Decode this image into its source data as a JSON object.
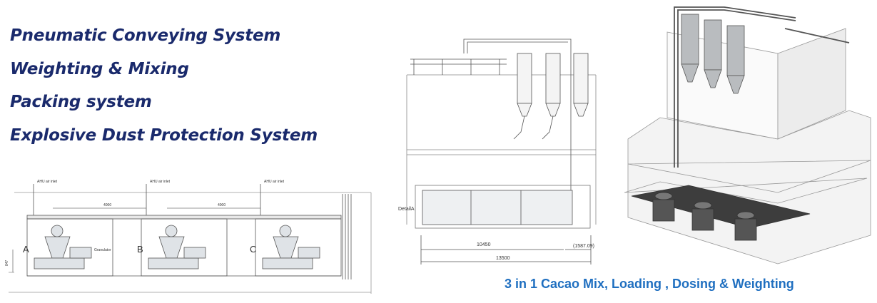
{
  "headlines": [
    "Pneumatic Conveying System",
    "Weighting & Mixing",
    "Packing system",
    "Explosive Dust Protection System"
  ],
  "caption": "3 in 1 Cacao Mix, Loading , Dosing & Weighting",
  "floor_plan": {
    "inlet_label": "AHU air inlet",
    "spacing_left": "4000",
    "spacing_right": "4000",
    "station_labels": [
      "A",
      "B",
      "C"
    ],
    "granulator_label": "Granulator",
    "height_dim": "847"
  },
  "elevation": {
    "detail_label": "DetailA",
    "dim_inner": "10450",
    "dim_side": "(1587.09)",
    "dim_total": "13500"
  },
  "colors": {
    "headline": "#1a2a6c",
    "caption": "#1f6fc0"
  }
}
